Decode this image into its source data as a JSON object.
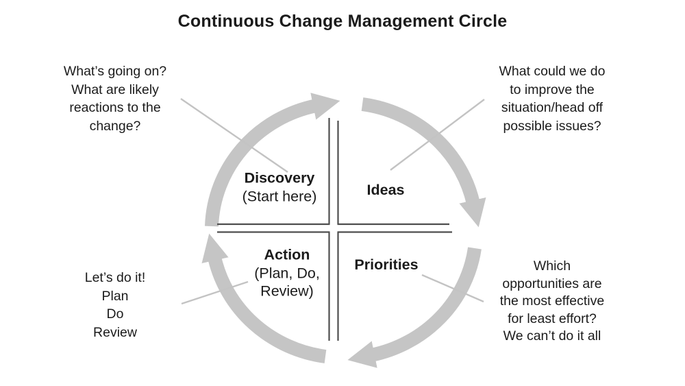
{
  "title": "Continuous Change Management Circle",
  "colors": {
    "arc": "#c5c5c5",
    "divider": "#4e4e4e",
    "connector": "#c3c3c3",
    "ink": "#1b1b1b"
  },
  "cycle": {
    "discovery": {
      "label": "Discovery",
      "sub": "(Start here)"
    },
    "ideas": {
      "label": "Ideas"
    },
    "priorities": {
      "label": "Priorities"
    },
    "action": {
      "label": "Action",
      "sub_line1": "(Plan, Do,",
      "sub_line2": "Review)"
    }
  },
  "annotations": {
    "top_left": {
      "lines": [
        "What’s going on?",
        "What are likely",
        "reactions to the",
        "change?"
      ]
    },
    "top_right": {
      "lines": [
        "What could we do",
        "to improve the",
        "situation/head off",
        "possible issues?"
      ]
    },
    "bottom_left": {
      "lines": [
        "Let’s do it!",
        "Plan",
        "Do",
        "Review"
      ]
    },
    "bottom_right": {
      "lines": [
        "Which",
        "opportunities are",
        "the most effective",
        "for least effort?",
        "We can’t do it all"
      ]
    }
  }
}
